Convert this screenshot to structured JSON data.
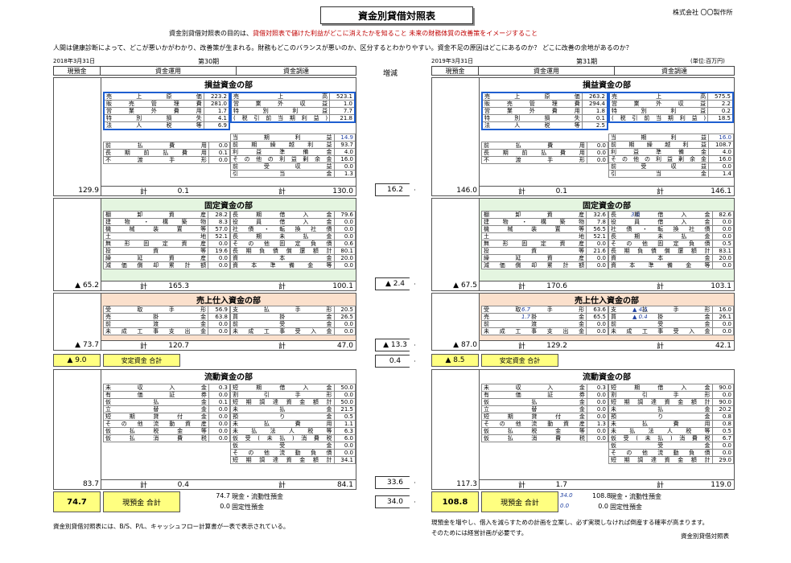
{
  "title": "資金別貸借対照表",
  "company": "株式会社 〇〇製作所",
  "purpose_lead": "資金別貸借対照表の目的は、",
  "purpose_red": "貸借対照表で儲けた利益がどこに消えたかを知ること 未来の財務体質の改善策をイメージすること",
  "desc": "人間は健康診断によって、どこが悪いかがわかり、改善策が生まれる。財務もどこのバランスが悪いのか、区分するとわかりやすい。資金不足の原因はどこにあるのか？ どこに改善の余地があるのか？",
  "unit": "(単位:百万円)",
  "left": {
    "date": "2018年3月31日",
    "period": "第30期"
  },
  "right": {
    "date": "2019年3月31日",
    "period": "第31期"
  },
  "hdr": {
    "cash": "現預金",
    "use": "資金運用",
    "raise": "資金調達",
    "diff": "増減"
  },
  "sections": {
    "pl": "損益資金の部",
    "fixed": "固定資金の部",
    "sales": "売上仕入資金の部",
    "stable": "安定資金 合計",
    "current": "流動資金の部",
    "cashtotal": "現預金 合計",
    "kei": "計"
  },
  "pl_use_labels": [
    "売上原価",
    "販売管理費",
    "営業外費用",
    "特別損失",
    "法人税等"
  ],
  "pl_raise_labels": [
    "売上高",
    "営業外収益",
    "特別利益",
    "(税引前当期利益)",
    "当期利益",
    "前期繰越利益",
    "利益準備金",
    "その他の利益剰余金",
    "前受収益",
    "引当金"
  ],
  "pl_use2_labels": [
    "前払費用",
    "長期前払費用",
    "不渡手形"
  ],
  "fixed_use_labels": [
    "棚卸資産",
    "建物・構築物",
    "機械装置等",
    "土地",
    "無形固定資産",
    "投資等",
    "繰延資産",
    "減価償却累計額"
  ],
  "fixed_raise_labels": [
    "長期借入金",
    "役員借入金",
    "社債・転換社債",
    "長期未払金",
    "その他固定負債",
    "長期負債償還額計",
    "資本金",
    "資本準備金等"
  ],
  "sales_use_labels": [
    "受取手形",
    "売掛金",
    "前渡金",
    "未成工事支出金"
  ],
  "sales_raise_labels": [
    "支払手形",
    "買掛金",
    "前受金",
    "未成工事受入金"
  ],
  "cur_use_labels": [
    "未収入金",
    "有価証券",
    "仮払金",
    "立替金",
    "短期貸付金",
    "その他流動資産",
    "仮払税金等",
    "仮払消費税"
  ],
  "cur_raise_labels": [
    "短期借入金",
    "割引手形",
    "短期調達資金額計",
    "未払金",
    "預り金",
    "未払費用",
    "未払法人税等",
    "仮受(未払)消費税",
    "仮受金",
    "その他流動負債",
    "短期調達資金額計"
  ],
  "L": {
    "pl_use": [
      "223.2",
      "281.0",
      "1.7",
      "4.1",
      "6.9"
    ],
    "pl_raise": [
      "523.1",
      "1.0",
      "7.7",
      "21.8",
      "14.9",
      "93.7",
      "4.0",
      "16.0",
      "0.0",
      "1.3"
    ],
    "pl_use2": [
      "0.0",
      "0.1",
      "0.0"
    ],
    "pl_cash": "129.9",
    "pl_use_t": "0.1",
    "pl_raise_t": "130.0",
    "fixed_use": [
      "28.2",
      "8.3",
      "57.0",
      "52.1",
      "0.0",
      "19.6",
      "0.0",
      "0.0"
    ],
    "fixed_raise": [
      "79.6",
      "0.0",
      "0.0",
      "0.0",
      "0.6",
      "80.1",
      "20.0",
      "0.0"
    ],
    "fixed_cash": "▲ 65.2",
    "fixed_use_t": "165.3",
    "fixed_raise_t": "100.1",
    "sales_use": [
      "56.9",
      "63.8",
      "0.0",
      "0.0"
    ],
    "sales_raise": [
      "20.5",
      "26.5",
      "0.0",
      "0.0"
    ],
    "sales_cash": "▲ 73.7",
    "sales_use_t": "120.7",
    "sales_raise_t": "47.0",
    "stable": "▲ 9.0",
    "cur_use": [
      "0.3",
      "0.0",
      "0.1",
      "0.0",
      "0.0",
      "0.0",
      "0.0",
      "0.0"
    ],
    "cur_raise": [
      "50.0",
      "0.0",
      "50.0",
      "21.5",
      "0.5",
      "1.1",
      "6.3",
      "6.0",
      "0.0",
      "0.0",
      "34.1"
    ],
    "cur_cash": "83.7",
    "cur_use_t": "0.4",
    "cur_raise_t": "84.1",
    "cashtotal": "74.7",
    "ct1": "74.7",
    "ct1_label": "現金・流動性預金",
    "ct2": "0.0",
    "ct2_label": "固定性預金"
  },
  "R": {
    "pl_use": [
      "263.2",
      "294.4",
      "1.8",
      "0.1",
      "2.5"
    ],
    "pl_raise": [
      "575.5",
      "2.2",
      "0.2",
      "18.5",
      "16.0",
      "108.7",
      "4.0",
      "16.0",
      "0.0",
      "1.4"
    ],
    "pl_use2": [
      "0.0",
      "0.0",
      "0.0"
    ],
    "pl_cash": "146.0",
    "pl_use_t": "0.1",
    "pl_raise_t": "146.1",
    "fixed_use": [
      "32.6",
      "7.8",
      "56.5",
      "52.1",
      "0.0",
      "21.6",
      "0.0",
      "0.0"
    ],
    "fixed_raise": [
      "82.6",
      "0.0",
      "0.0",
      "0.0",
      "0.5",
      "83.1",
      "20.0",
      "0.0"
    ],
    "fixed_cash": "▲ 67.5",
    "fixed_use_t": "170.6",
    "fixed_raise_t": "103.1",
    "sales_use": [
      "63.6",
      "65.5",
      "0.0",
      "0.0"
    ],
    "sales_raise": [
      "16.0",
      "26.1",
      "0.0",
      "0.0"
    ],
    "sales_cash": "▲ 87.0",
    "sales_use_t": "129.2",
    "sales_raise_t": "42.1",
    "stable": "▲ 8.5",
    "cur_use": [
      "0.3",
      "0.0",
      "0.0",
      "0.0",
      "0.0",
      "1.3",
      "0.0",
      "0.0"
    ],
    "cur_raise": [
      "90.0",
      "0.0",
      "90.0",
      "20.2",
      "0.8",
      "0.8",
      "0.5",
      "6.7",
      "0.0",
      "0.0",
      "29.0"
    ],
    "cur_cash": "117.3",
    "cur_use_t": "1.7",
    "cur_raise_t": "119.0",
    "cashtotal": "108.8",
    "ct1": "108.8",
    "ct1_label": "現金・流動性預金",
    "ct2": "0.0",
    "ct2_label": "固定性預金",
    "note_loan": "3.0",
    "note_s1": "6.7",
    "note_s2": "1.7",
    "note_p1": "▲ 4.5",
    "note_p2": "▲ 0.4",
    "note_c1": "34.0",
    "note_c2": "0.0"
  },
  "diff": {
    "pl": "16.2",
    "fixed": "▲ 2.4",
    "sales": "▲ 13.3",
    "stable": "0.4",
    "cur": "33.6",
    "cash": "34.0"
  },
  "footer_left": "資金別貸借対照表には、B/S、P/L、キャッシュフロー計算書が一表で表示されている。",
  "footer_right1": "現預金を増やし、借入を減らすための計画を立案し、必ず実現しなければ倒産する確率が高まります。",
  "footer_right2": "そのためには経営計画が必要です。",
  "footer_tag": "資金別貸借対照表"
}
